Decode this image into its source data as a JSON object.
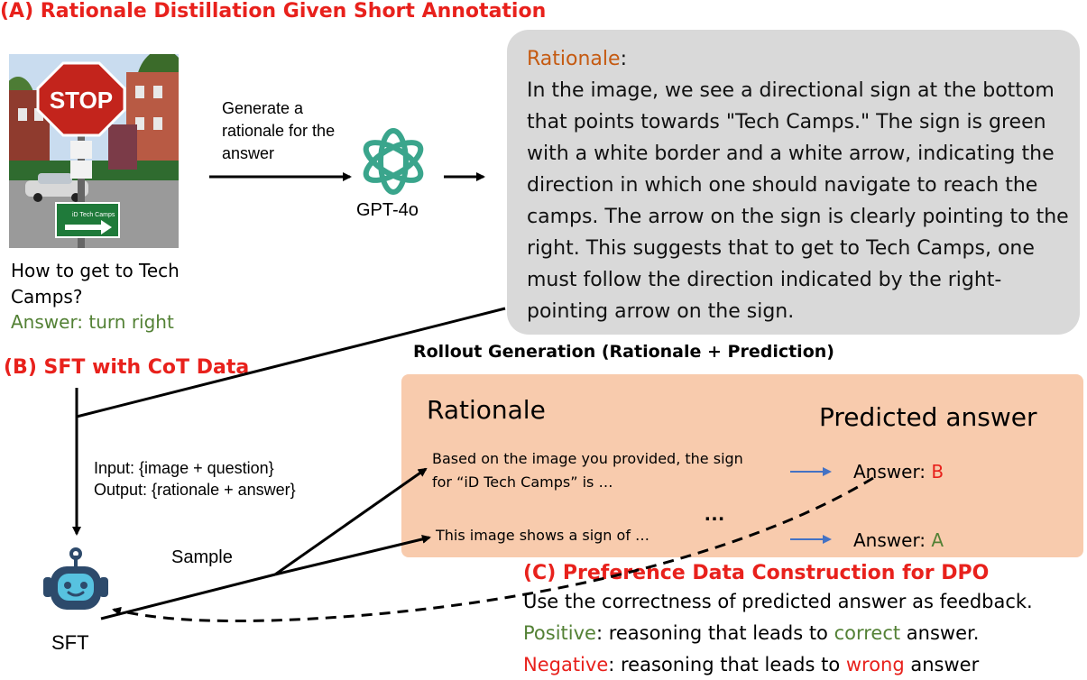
{
  "section_a": {
    "title": "(A) Rationale Distillation Given Short Annotation"
  },
  "input_example": {
    "question": "How to get to Tech Camps?",
    "answer": "Answer: turn right",
    "sign_text": "STOP",
    "sign_small_text": "iD Tech Camps"
  },
  "generate_label": "Generate a rationale for the answer",
  "model": {
    "name": "GPT-4o"
  },
  "rationale": {
    "label": "Rationale",
    "colon": ":",
    "text": "In the image, we see a directional sign at the bottom that points towards \"Tech Camps.\" The sign is green with a white border and a white arrow, indicating the direction in which one should navigate to reach the camps. The arrow on the sign is clearly pointing to the right. This suggests that to get to Tech Camps, one must follow the direction indicated by the right-pointing arrow on the sign."
  },
  "section_b": {
    "title": "(B) SFT with CoT Data",
    "input_label": "Input: {image + question}",
    "output_label": "Output: {rationale + answer}",
    "sample_label": "Sample",
    "sft_label": "SFT"
  },
  "rollout": {
    "title": "Rollout Generation (Rationale + Prediction)",
    "rationale_header": "Rationale",
    "predicted_header": "Predicted answer",
    "row1_text": "Based on the image you provided, the sign for “iD Tech Camps” is …",
    "row1_answer_prefix": "Answer: ",
    "row1_answer_value": "B",
    "row2_text": "This image shows a sign of …",
    "row2_answer_prefix": "Answer: ",
    "row2_answer_value": "A",
    "ellipsis": "…"
  },
  "section_c": {
    "title": "(C) Preference Data Construction for DPO",
    "line1": "Use the correctness of predicted answer as feedback.",
    "positive_word": "Positive",
    "positive_rest_a": ": reasoning that leads to ",
    "positive_highlight": "correct",
    "positive_rest_b": " answer.",
    "negative_word": "Negative",
    "negative_rest_a": ": reasoning that leads to ",
    "negative_highlight": "wrong",
    "negative_rest_b": " answer"
  },
  "colors": {
    "title_red": "#e8211c",
    "positive_green": "#538135",
    "rationale_orange": "#c55a11",
    "rollout_bg": "#f8cbad",
    "rationale_bg": "#d9d9d9",
    "arrow_blue": "#4472c4"
  }
}
